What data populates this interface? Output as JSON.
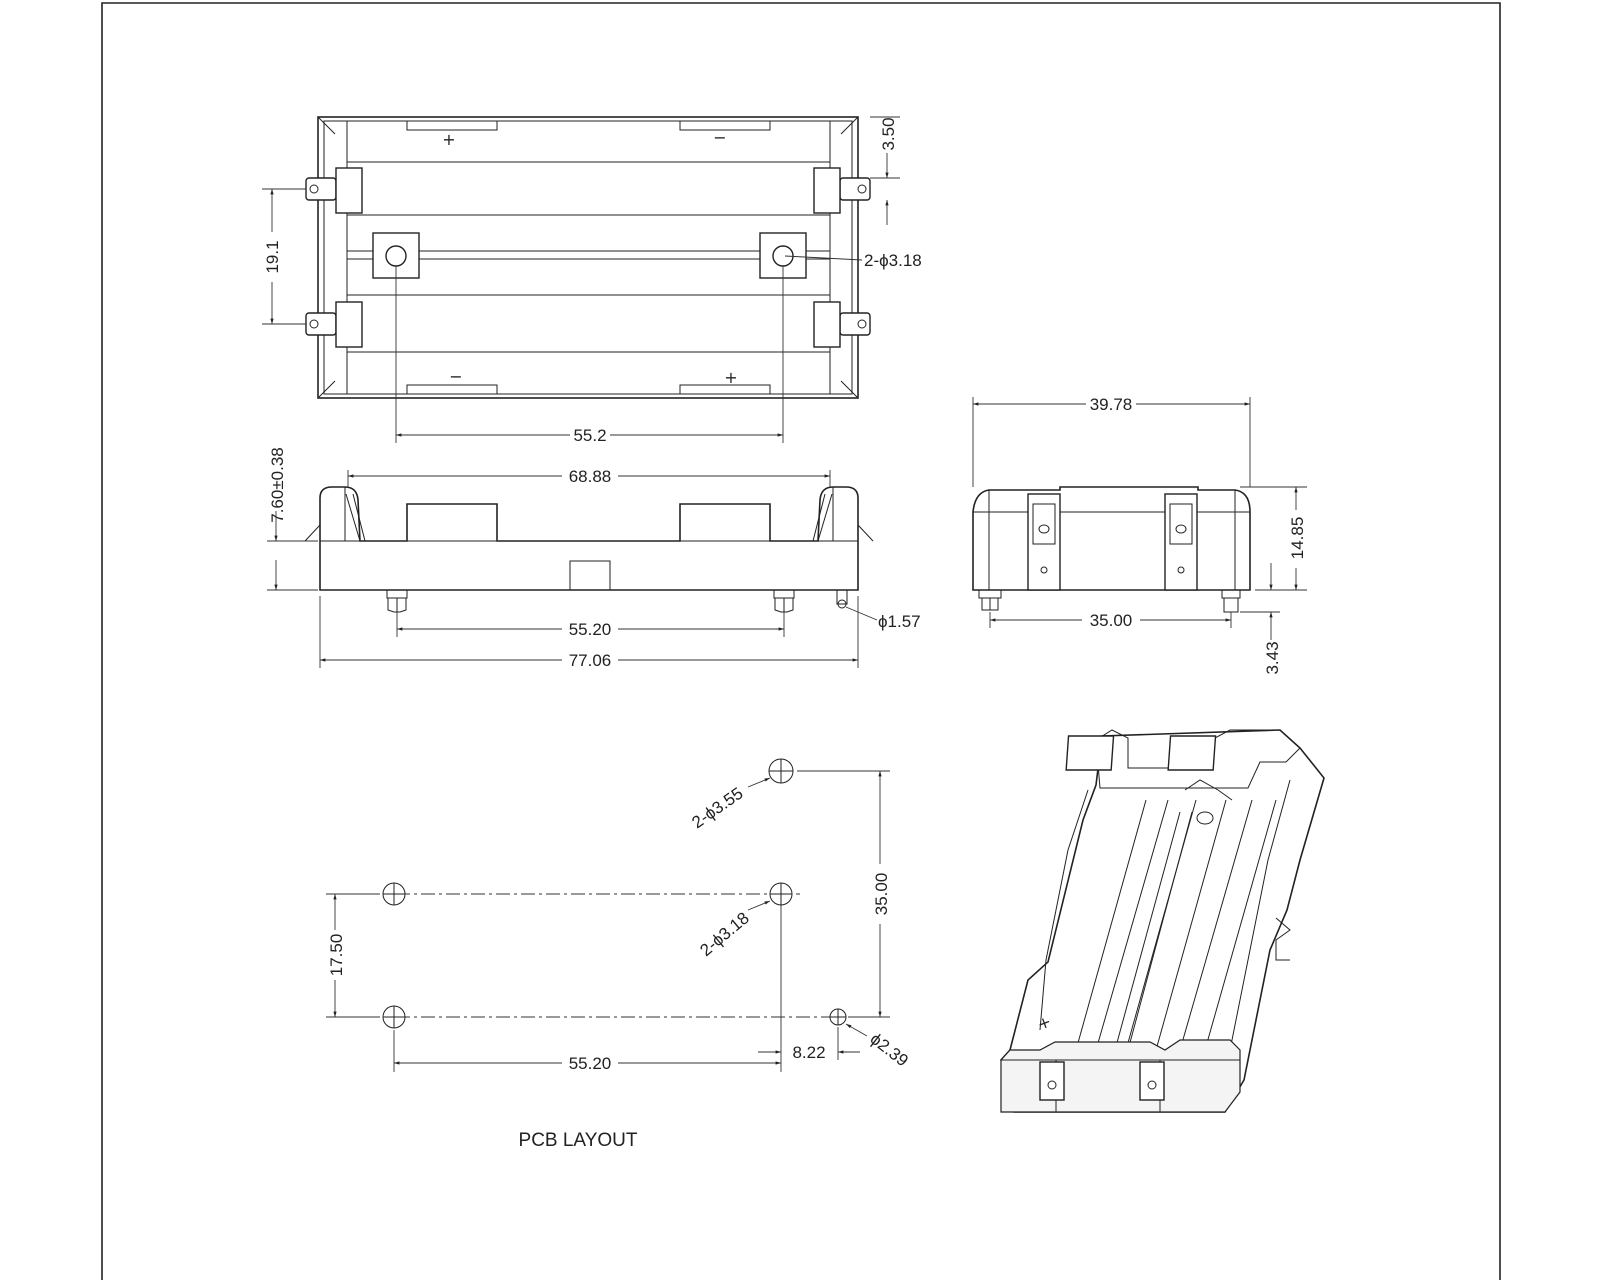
{
  "top_view": {
    "dims": {
      "height_3_50": "3.50",
      "pitch_19_1": "19.1",
      "holes_3_18": "2-ϕ3.18",
      "span_55_2": "55.2"
    },
    "polarity": {
      "plus": "+",
      "minus": "−"
    }
  },
  "front_view": {
    "dims": {
      "height_7_60": "7.60±0.38",
      "inner_68_88": "68.88",
      "pins_55_20": "55.20",
      "overall_77_06": "77.06",
      "pin_dia_1_57": "ϕ1.57"
    }
  },
  "side_view": {
    "dims": {
      "width_39_78": "39.78",
      "height_14_85": "14.85",
      "pitch_35_00": "35.00",
      "pin_3_43": "3.43"
    }
  },
  "pcb_layout": {
    "title": "PCB LAYOUT",
    "dims": {
      "holes_3_55": "2-ϕ3.55",
      "holes_3_18": "2-ϕ3.18",
      "vertical_35_00": "35.00",
      "vertical_17_50": "17.50",
      "horizontal_55_20": "55.20",
      "offset_8_22": "8.22",
      "hole_2_39": "ϕ2.39"
    }
  },
  "iso_view": {
    "polarity": "+"
  }
}
